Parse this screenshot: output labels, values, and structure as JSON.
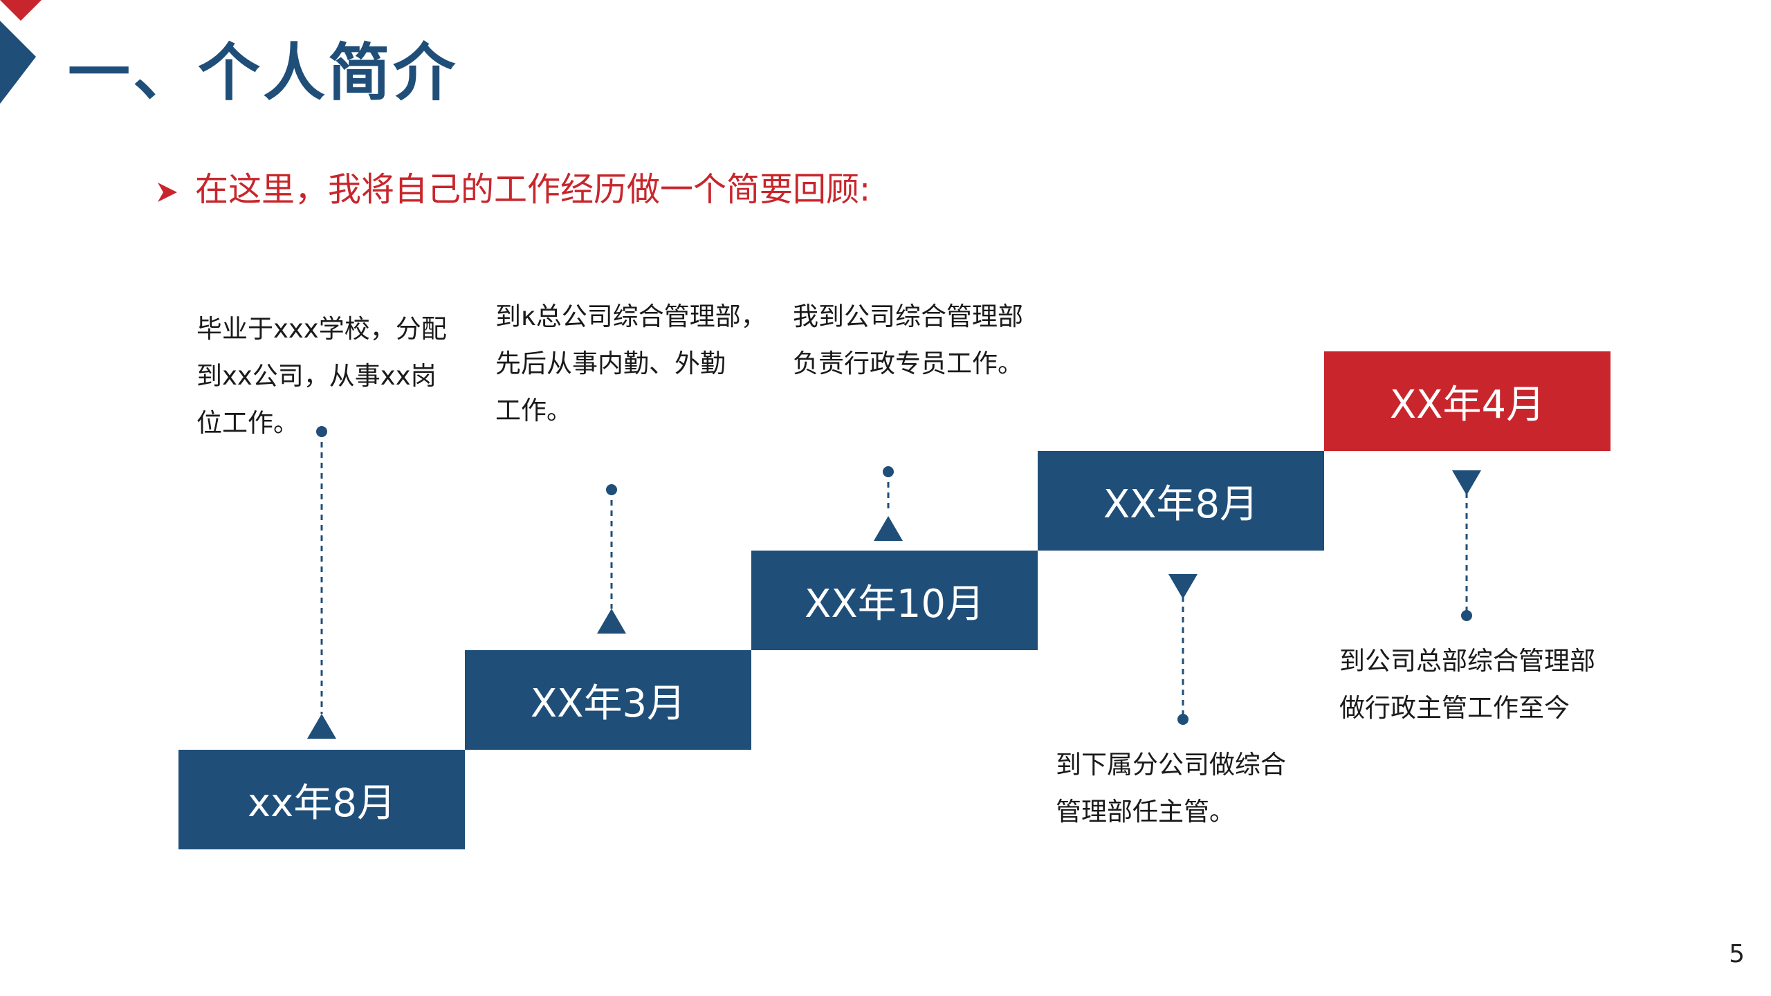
{
  "slide": {
    "title": "一、个人简介",
    "intro": "在这里，我将自己的工作经历做一个简要回顾:",
    "page_number": "5"
  },
  "colors": {
    "primary": "#1f4e79",
    "accent": "#c8262c"
  },
  "timeline": [
    {
      "date": "xx年8月",
      "lines": [
        "毕业于xxx学校，分配",
        "到xx公司，从事xx岗",
        "位工作。"
      ]
    },
    {
      "date": "XX年3月",
      "lines": [
        "到κ总公司综合管理部，",
        "先后从事内勤、外勤",
        "工作。"
      ]
    },
    {
      "date": "XX年10月",
      "lines": [
        "我到公司综合管理部",
        "负责行政专员工作。"
      ]
    },
    {
      "date": "XX年8月",
      "lines": [
        "到下属分公司做综合",
        "管理部任主管。"
      ]
    },
    {
      "date": "XX年4月",
      "lines": [
        "到公司总部综合管理部",
        "做行政主管工作至今"
      ]
    }
  ]
}
